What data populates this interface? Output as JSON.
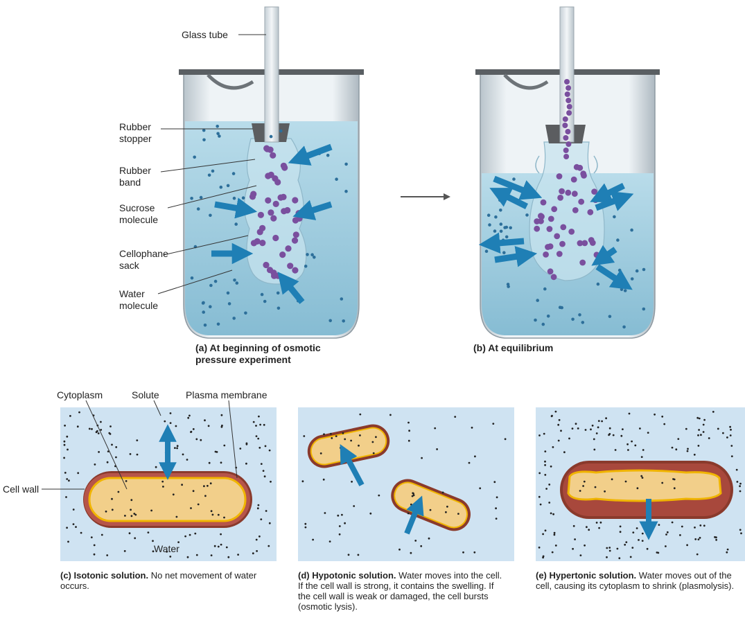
{
  "beaker_labels": {
    "glass_tube": "Glass tube",
    "rubber_stopper": [
      "Rubber",
      "stopper"
    ],
    "rubber_band": [
      "Rubber",
      "band"
    ],
    "sucrose_molecule": [
      "Sucrose",
      "molecule"
    ],
    "cellophane_sack": [
      "Cellophane",
      "sack"
    ],
    "water_molecule": [
      "Water",
      "molecule"
    ]
  },
  "panel_a_caption": [
    "(a) At beginning of osmotic",
    "pressure experiment"
  ],
  "panel_b_caption": "(b) At equilibrium",
  "cell_labels": {
    "cytoplasm": "Cytoplasm",
    "solute": "Solute",
    "plasma_membrane": "Plasma membrane",
    "cell_wall": "Cell wall",
    "water": "Water"
  },
  "panel_c": {
    "title": "(c) Isotonic solution.",
    "text": "No net movement of water occurs."
  },
  "panel_d": {
    "title": "(d) Hypotonic solution.",
    "text": "Water moves into the cell. If the cell wall is strong, it contains the swelling. If the cell wall is weak or damaged, the cell bursts (osmotic lysis)."
  },
  "panel_e": {
    "title": "(e) Hypertonic solution.",
    "text": "Water moves out of the cell, causing its cytoplasm to shrink (plasmolysis)."
  },
  "colors": {
    "water": "#a9d4e6",
    "panel_bg": "#cfe3f2",
    "sucrose": "#7a4f9e",
    "water_dot": "#2d6f9a",
    "arrow": "#1f7fb5",
    "cell_wall": "#8a3a2c",
    "cytoplasm": "#f2cf8a",
    "membrane": "#f0b400"
  }
}
